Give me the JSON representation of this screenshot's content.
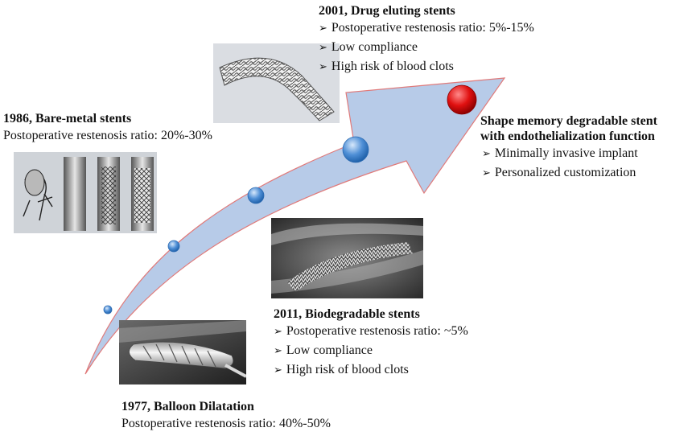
{
  "milestones": {
    "balloon": {
      "title": "1977, Balloon Dilatation",
      "lines": [
        "Postoperative restenosis ratio: 40%-50%"
      ]
    },
    "bare_metal": {
      "title": "1986, Bare-metal stents",
      "lines": [
        "Postoperative restenosis ratio: 20%-30%"
      ]
    },
    "drug_eluting": {
      "title": "2001, Drug eluting stents",
      "bullets": [
        "Postoperative restenosis ratio: 5%-15%",
        "Low compliance",
        "High risk of blood clots"
      ]
    },
    "biodegradable": {
      "title": "2011, Biodegradable stents",
      "bullets": [
        "Postoperative restenosis ratio: ~5%",
        "Low compliance",
        "High risk of blood clots"
      ]
    },
    "shape_memory": {
      "title_lines": [
        "Shape memory degradable stent",
        "with endothelialization function"
      ],
      "bullets": [
        "Minimally invasive implant",
        "Personalized customization"
      ]
    }
  },
  "colors": {
    "arrow_fill": "#b7cbe8",
    "arrow_outline": "#e07a7a",
    "node_blue": "#4f8fd6",
    "node_red": "#e01010"
  }
}
